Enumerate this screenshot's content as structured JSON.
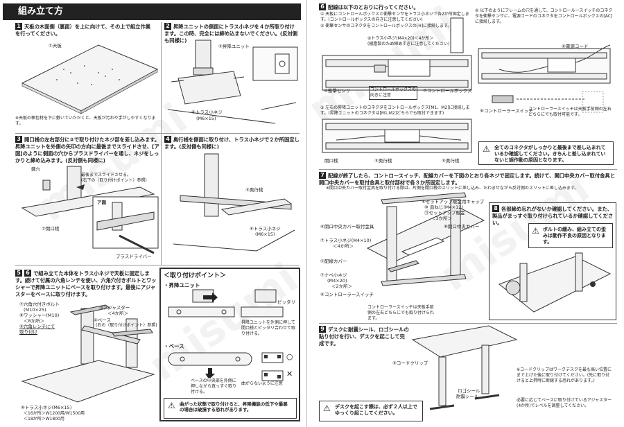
{
  "left": {
    "title": "組み立て方",
    "s1": {
      "num": "1",
      "text": "天板の木面側（裏面）を上に向けて、その上で組立作業を行ってください。",
      "part": "①天板",
      "note": "※天板の梱包材を下に敷いていただくと、天板が汚れや手がしやすくなります。"
    },
    "s2": {
      "num": "2",
      "text": "昇降ユニットの側面にトラス小ネジを４か所取り付けます。この時、完全には締め込まないでください。(反対側も同様に)",
      "part1": "②昇降ユニット",
      "part2": "⑥トラス小ネジ",
      "part2b": "(M6×15)"
    },
    "s3": {
      "num": "3",
      "text": "開口桟の左右部分に②で取り付けたネジ部を差し込みます。昇降ユニットを外側の矢印の方向に最後までスライドさせ、[ア図]のように側面の穴からプラスドライバーを通し、ネジをしっかりと締め込みます。(反対側も同様に)",
      "p1": "鍵穴",
      "p2": "最後までスライドさせる。",
      "p3": "(右下の〈取り付けポイント〉参照)",
      "p4": "ア図",
      "p5": "②開口桟",
      "p6": "プラスドライバー"
    },
    "s4": {
      "num": "4",
      "text": "奥行桟を側面に取り付け、トラス小ネジで２か所固定します。(反対側も同様に)",
      "p1": "③奥行桟",
      "p2": "⑥トラス小ネジ",
      "p3": "(M6×15)"
    },
    "s56": {
      "n1": "5",
      "n2": "6",
      "text": "で組み立てた本体をトラス小ネジで天板に固定します。続けて付属の六角レンチを使い、六角穴付きボルトとワッシャーで昇降ユニットにベースを取り付けます。最後にアジャスターをベースに取り付けます。",
      "p1": "⑦六角穴付きボルト",
      "p1b": "(M10×25)",
      "p2": "⑧ワッシャー(M10)",
      "p2b": "＜8か所＞",
      "p3": "⑨六角レンチにて",
      "p3b": "取り付け",
      "p4": "⑩アジャスター",
      "p4b": "＜4か所＞",
      "p5": "④ベース",
      "p5b": "(右の〈取り付けポイント〉参照)",
      "p6": "⑥トラス小ネジ(M6×15)",
      "p6b": "＜16か所＞W1200用/W1500用",
      "p6c": "＜18か所＞W1800用"
    },
    "point": {
      "title": "＜取り付けポイント＞",
      "h1": "・昇降ユニット",
      "t1": "ピッタリ",
      "t2": "昇降ユニットを外側に押して開口桟とピッタリ合わせて取り付ける。",
      "h2": "・ベース",
      "t3": "ベースの中央部を外側に押しながら真っすぐ取り付ける。",
      "t4": "曲がらないように注意",
      "mark_ok": "○",
      "mark_ng": "✕",
      "warn": "曲がった状態で取り付けると、昇降機能の低下や最悪の場合は破損する恐れがあります。"
    }
  },
  "right": {
    "s6": {
      "num": "6",
      "text": "配線は以下のとおりに行ってください。",
      "l1": "① 天板にコントロールボックスと衝撃センサをトラス小ネジで各2か所固定します。(コントロールボックスの向きに注意してください)",
      "l2": "② 衝撃センサのコネクタをコントロールボックスの[H]に接続します。",
      "p1": "⑥トラス小ネジ(M4×20)＜4か所＞",
      "p1b": "(樹脂製のため締めすぎに注意してください)",
      "p2": "④衝撃センサ",
      "p3": "コントロールボックスの向きに注意",
      "p4": "⑦コントロールボックス",
      "l3": "③ 左右の昇降ユニットのコネクタをコントロールボックス[M1、M2]に接続します。(昇降ユニットのコネクタは[M1,M2]どちらでも取付できます)",
      "p5": "開口桟",
      "p6": "③奥行桟",
      "p7": "⑤奥行桟",
      "l4": "④ 以下のようにフレームの穴を通して、コントロールースイッチのコネクタを衝撃センサに、電源コードのコネクタをコントロールボックスの[AC]に接続します。",
      "p8": "⑥電源コード",
      "p9": "⑥コントローラースイッチ",
      "p10": "コントローラースイッチは天板手前側の左右どちらにでも取付可能です。",
      "warn": "全てのコネクタがしっかりと最後まで差し込まれているか確認してください。きちんと差し込まれていないと誤作動の原因となります。"
    },
    "s7": {
      "num": "7",
      "text": "配線が終了したら、コントロースイッチ、配線カバーを下図のとおり各ネジで固定します。続けて、開口中央カバー取付金具と開口中央カバーを取付金具と取付部材で各３か所固定します。",
      "note": "※開口中央カバー取付金具を取り付ける際は、片側を開口桟のスリットに差し込み、たわませながら反対側のスリットに差し込みます。",
      "p1": "⑥セットアップ販金用キャップ",
      "p1b": "⑩ 皿ねじ(M4×12)",
      "p1c": "⑪セットアップ販金",
      "p1d": "＜3か所＞",
      "p2": "⑥開口中央カバー取付金具",
      "p3": "⑧開口中央カバー",
      "p4": "⑦トラス小ネジ(M4×10)",
      "p4b": "＜4か所＞",
      "p5": "①配線カバー",
      "p6": "⑦ナベ小ネジ",
      "p6b": "(M4×20)",
      "p6c": "＜2か所＞",
      "p7": "⑥コントローラースイッチ",
      "p8": "コントローラースイッチは天板手前側の左右どちらにでも取り付けられます。"
    },
    "s8": {
      "num": "8",
      "text": "各部締め忘れがないか確認してください。また、製品がまっすぐ取り付けられているか確認してください。",
      "warn": "ボルトの緩み、組み立ての歪みは動作不良の原因となります。"
    },
    "s9": {
      "num": "9",
      "text": "デスクに耐震シール、ロゴシールの貼り付けを行い、デスクを起こして完成です。",
      "p1": "③コードクリップ",
      "p2": "※コードクリップはワークデスクを最も高い位置にまで上げた後に取り付けてください。(先に取り付けると上昇時に断線する恐れがあります。)",
      "p3": "ロゴシール",
      "p4": "耐震シール",
      "p5": "必要に応じてベースに取り付けているアジャスター(4か所)でレベルを調整してください。",
      "warn": "デスクを起こす際は、必ず２人以上でゆっくり起こしてください。"
    }
  },
  "watermark": "misumi"
}
